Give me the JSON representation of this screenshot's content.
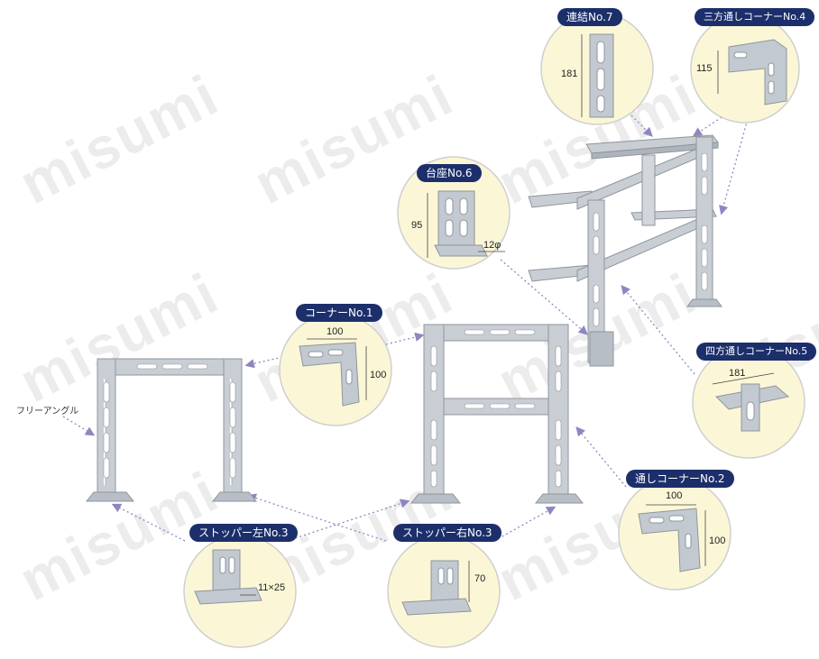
{
  "watermark": "misumi",
  "colors": {
    "badge": "#1c2f6b",
    "bubble_fill": "#fbf7d6",
    "bubble_stroke": "#cfcfcf",
    "metal": "#c9ced4",
    "metal_dark": "#8e959c",
    "arrow": "#8f86c0"
  },
  "free_angle_label": "フリーアングル",
  "callouts": {
    "renketsu7": {
      "title": "連結No.7",
      "dims": [
        "181"
      ]
    },
    "sanpou4": {
      "title": "三方通しコーナーNo.4",
      "dims": [
        "115"
      ]
    },
    "daiza6": {
      "title": "台座No.6",
      "dims": [
        "95",
        "12φ"
      ]
    },
    "corner1": {
      "title": "コーナーNo.1",
      "dims": [
        "100",
        "100"
      ]
    },
    "yonpou5": {
      "title": "四方通しコーナーNo.5",
      "dims": [
        "181"
      ]
    },
    "tooshi2": {
      "title": "通しコーナーNo.2",
      "dims": [
        "100",
        "100"
      ]
    },
    "stopper_left3": {
      "title": "ストッパー左No.3",
      "dims": [
        "11×25"
      ]
    },
    "stopper_right3": {
      "title": "ストッパー右No.3",
      "dims": [
        "70"
      ]
    }
  }
}
